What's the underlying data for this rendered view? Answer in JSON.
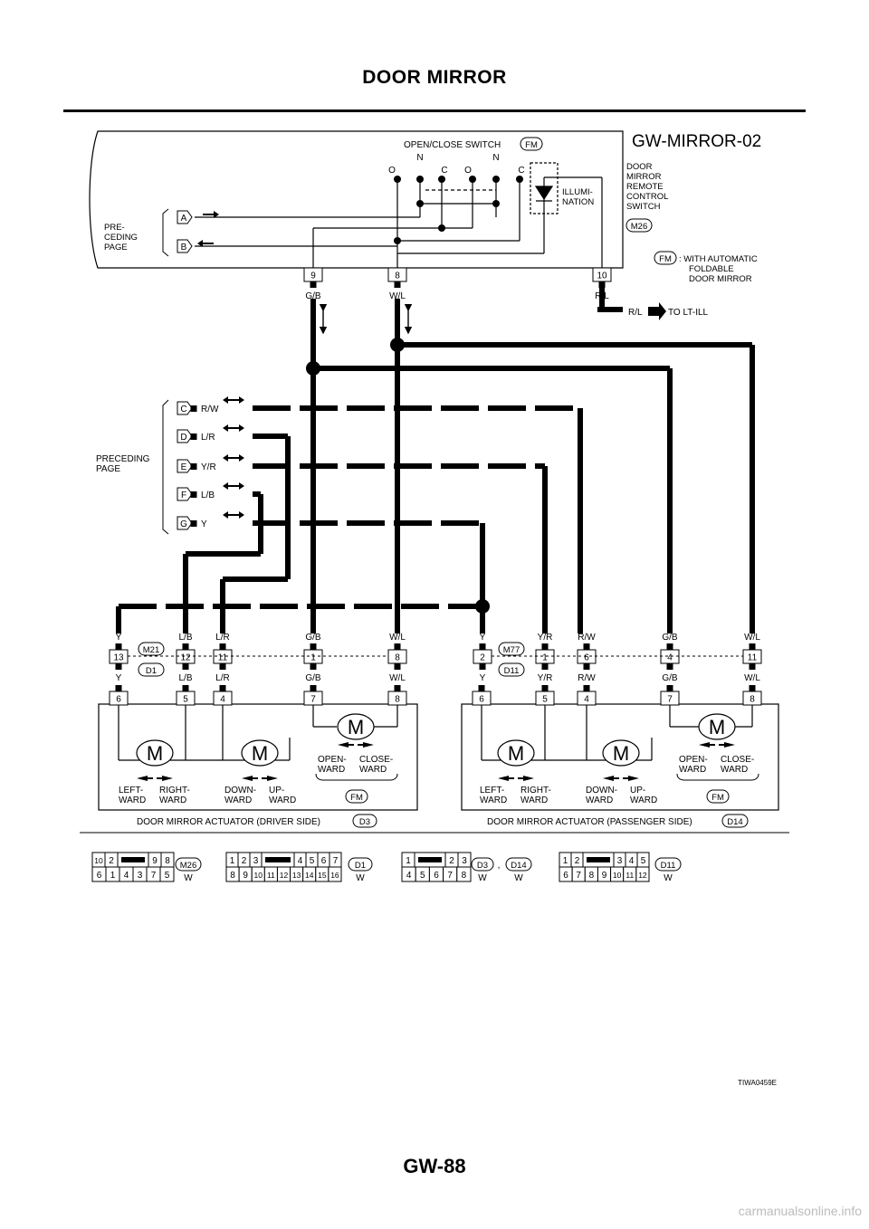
{
  "page": {
    "title": "DOOR MIRROR",
    "number": "GW-88",
    "watermark": "carmanualsonline.info",
    "figure_code": "TIWA0459E"
  },
  "diagram": {
    "code": "GW-MIRROR-02",
    "switch": {
      "title": "OPEN/CLOSE SWITCH",
      "title_tag": "FM",
      "positions": [
        "O",
        "N",
        "C",
        "O",
        "N",
        "C"
      ],
      "illum_lines": [
        "ILLUMI-",
        "NATION"
      ],
      "name_lines": [
        "DOOR",
        "MIRROR",
        "REMOTE",
        "CONTROL",
        "SWITCH"
      ],
      "connector": "M26",
      "preceding_lines": [
        "PRE-",
        "CEDING",
        "PAGE"
      ],
      "arrow_a": "A",
      "arrow_b": "B",
      "terminals": [
        "9",
        "8",
        "10"
      ],
      "wire_colors": [
        "G/B",
        "W/L",
        "R/L"
      ]
    },
    "fm_note": {
      "tag": "FM",
      "lines": [
        ": WITH AUTOMATIC",
        "FOLDABLE",
        "DOOR MIRROR"
      ]
    },
    "lt_ill": {
      "wire": "R/L",
      "label": "TO LT-ILL"
    },
    "preceding_page": {
      "lines": [
        "PRECEDING",
        "PAGE"
      ],
      "arrows": [
        {
          "letter": "C",
          "color": "R/W"
        },
        {
          "letter": "D",
          "color": "L/R"
        },
        {
          "letter": "E",
          "color": "Y/R"
        },
        {
          "letter": "F",
          "color": "L/B"
        },
        {
          "letter": "G",
          "color": "Y"
        }
      ]
    },
    "left_harness": {
      "tag_top": "M21",
      "tag_bottom": "D1",
      "pins": [
        "13",
        "12",
        "11",
        "1",
        "8"
      ],
      "colors_top": [
        "Y",
        "L/B",
        "L/R",
        "G/B",
        "W/L"
      ],
      "colors_bottom": [
        "Y",
        "L/B",
        "L/R",
        "G/B",
        "W/L"
      ]
    },
    "right_harness": {
      "tag_top": "M77",
      "tag_bottom": "D11",
      "pins": [
        "2",
        "1",
        "6",
        "4",
        "11"
      ],
      "colors_top": [
        "Y",
        "Y/R",
        "R/W",
        "G/B",
        "W/L"
      ],
      "colors_bottom": [
        "Y",
        "Y/R",
        "R/W",
        "G/B",
        "W/L"
      ]
    },
    "actuator_left": {
      "terminals": [
        "6",
        "5",
        "4",
        "7",
        "8"
      ],
      "caption": "DOOR MIRROR ACTUATOR (DRIVER SIDE)",
      "connector": "D3"
    },
    "actuator_right": {
      "terminals": [
        "6",
        "5",
        "4",
        "7",
        "8"
      ],
      "caption": "DOOR MIRROR ACTUATOR (PASSENGER SIDE)",
      "connector": "D14"
    },
    "motor_symbol": "M",
    "motor_labels": {
      "left": [
        "LEFT-",
        "WARD"
      ],
      "right": [
        "RIGHT-",
        "WARD"
      ],
      "down": [
        "DOWN-",
        "WARD"
      ],
      "up": [
        "UP-",
        "WARD"
      ],
      "open": [
        "OPEN-",
        "WARD"
      ],
      "close": [
        "CLOSE-",
        "WARD"
      ],
      "fm": "FM"
    }
  },
  "connector_faces": [
    {
      "id": "M26",
      "color": "W",
      "row1": [
        "10",
        "2",
        "9",
        "8"
      ],
      "row2": [
        "6",
        "1",
        "4",
        "3",
        "7",
        "5"
      ]
    },
    {
      "id": "D1",
      "color": "W",
      "row1": [
        "1",
        "2",
        "3",
        "4",
        "5",
        "6",
        "7"
      ],
      "row2": [
        "8",
        "9",
        "10",
        "11",
        "12",
        "13",
        "14",
        "15",
        "16"
      ]
    },
    {
      "id": "D3",
      "id2": "D14",
      "sep": ",",
      "color": "W",
      "color2": "W",
      "row1": [
        "1",
        "2",
        "3"
      ],
      "row2": [
        "4",
        "5",
        "6",
        "7",
        "8"
      ]
    },
    {
      "id": "D11",
      "color": "W",
      "row1": [
        "1",
        "2",
        "3",
        "4",
        "5"
      ],
      "row2": [
        "6",
        "7",
        "8",
        "9",
        "10",
        "11",
        "12"
      ]
    }
  ]
}
